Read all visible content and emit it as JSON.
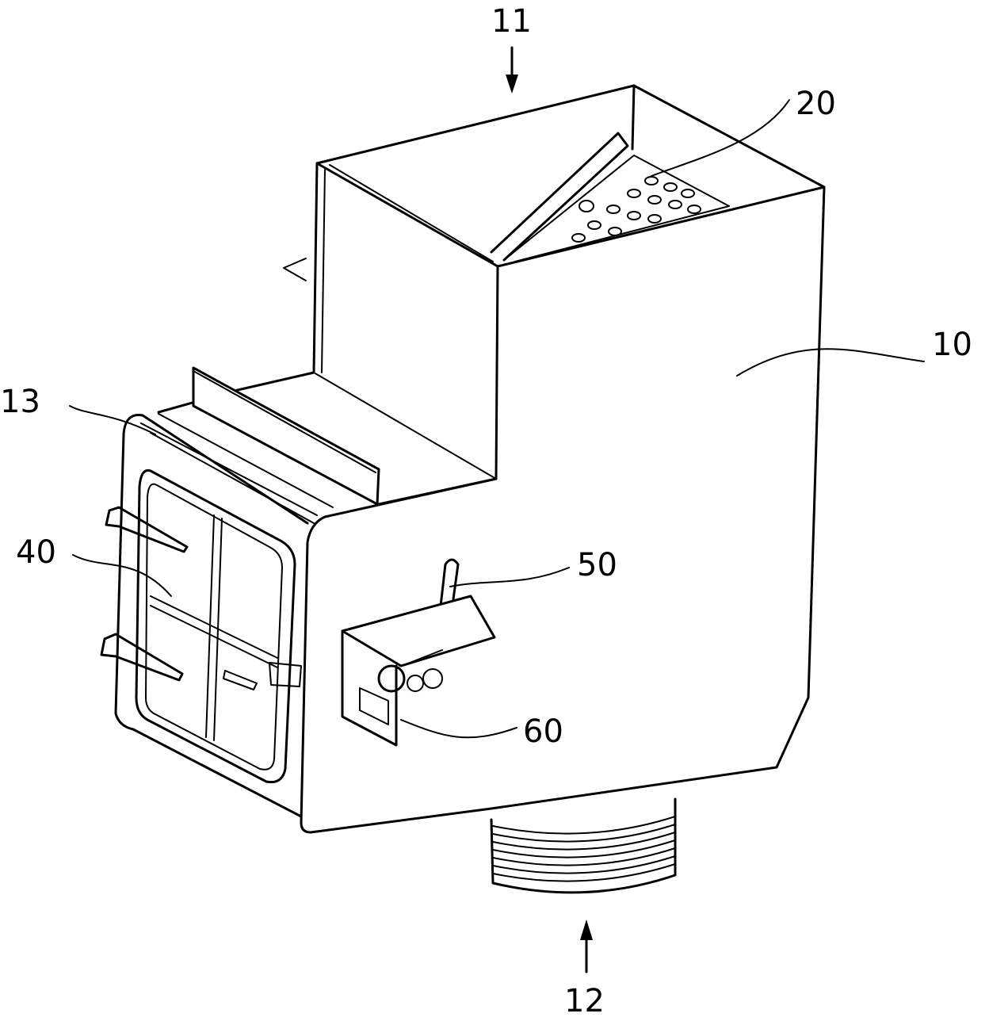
{
  "labels": {
    "l11": "11",
    "l20": "20",
    "l10": "10",
    "l13": "13",
    "l40": "40",
    "l50": "50",
    "l60": "60",
    "l12": "12"
  }
}
